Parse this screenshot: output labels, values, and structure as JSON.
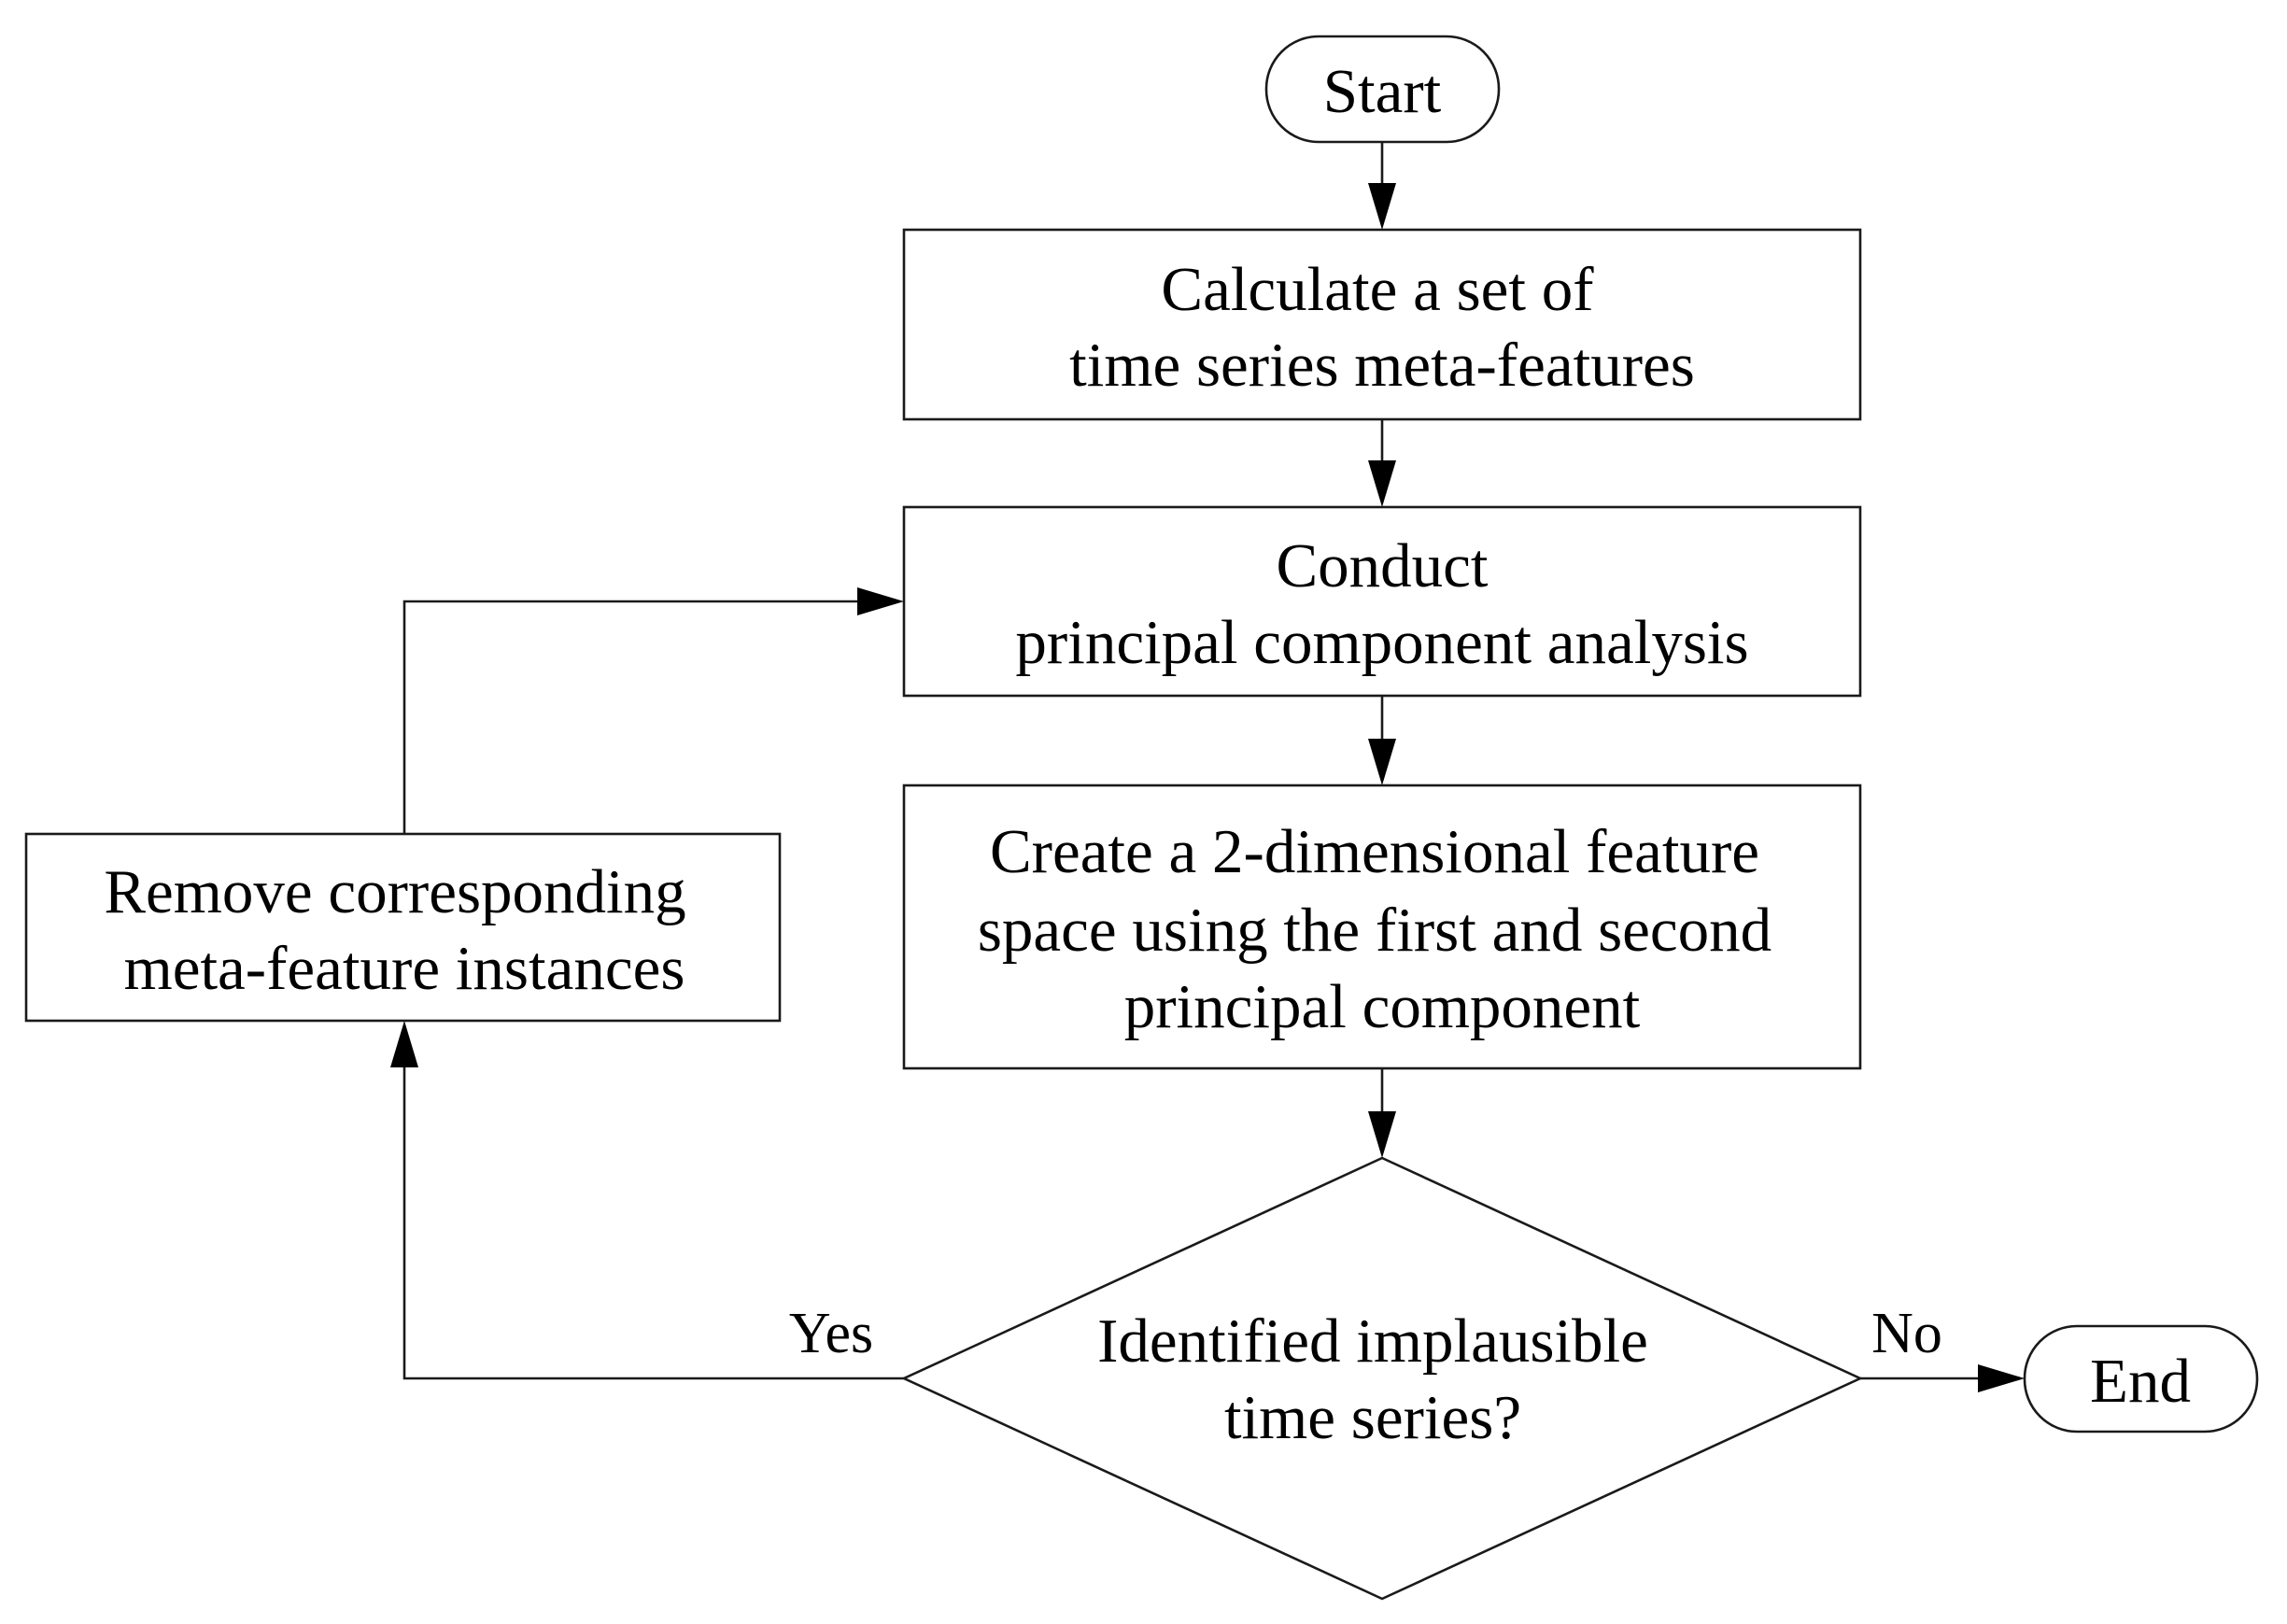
{
  "flowchart": {
    "start": "Start",
    "step_calculate": {
      "line1": "Calculate a set of",
      "line2": "time series meta-features"
    },
    "step_pca": {
      "line1": "Conduct",
      "line2": "principal component analysis"
    },
    "step_create": {
      "line1": "Create a 2-dimensional feature",
      "line2": "space using the first and second",
      "line3": "principal component"
    },
    "decision": {
      "line1": "Identified implausible",
      "line2": "time series?"
    },
    "step_remove": {
      "line1": "Remove corresponding",
      "line2": "meta-feature instances"
    },
    "end": "End",
    "yes_label": "Yes",
    "no_label": "No"
  }
}
